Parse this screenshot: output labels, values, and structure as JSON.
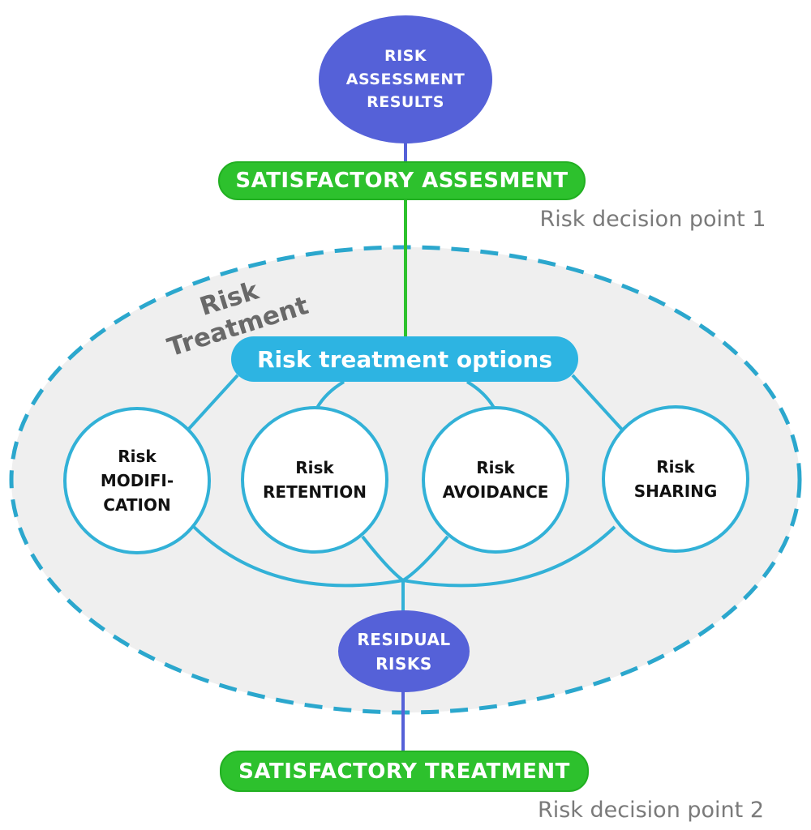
{
  "colors": {
    "node_blue": "#5561d8",
    "node_green": "#2dc12d",
    "node_cyan": "#2db4e2",
    "circle_border_cyan": "#32b1d7",
    "dashed_ellipse_cyan": "#2ba7cd",
    "treatment_zone_fill": "#efefef",
    "gray_label": "#7a7a7a",
    "circle_text": "#111111"
  },
  "nodes": {
    "risk_assessment_results": {
      "label": "RISK\nASSESSMENT\nRESULTS"
    },
    "satisfactory_assesment": {
      "label": "SATISFACTORY ASSESMENT"
    },
    "risk_decision_point_1": {
      "label": "Risk decision point 1"
    },
    "risk_treatment_zone": {
      "label": "Risk Treatment"
    },
    "risk_treatment_options": {
      "label": "Risk treatment options"
    },
    "treatment_circles": [
      {
        "label": "Risk\nMODIFI-\nCATION"
      },
      {
        "label": "Risk\nRETENTION"
      },
      {
        "label": "Risk\nAVOIDANCE"
      },
      {
        "label": "Risk\nSHARING"
      }
    ],
    "residual_risks": {
      "label": "RESIDUAL\nRISKS"
    },
    "satisfactory_treatment": {
      "label": "SATISFACTORY TREATMENT"
    },
    "risk_decision_point_2": {
      "label": "Risk decision point 2"
    }
  }
}
